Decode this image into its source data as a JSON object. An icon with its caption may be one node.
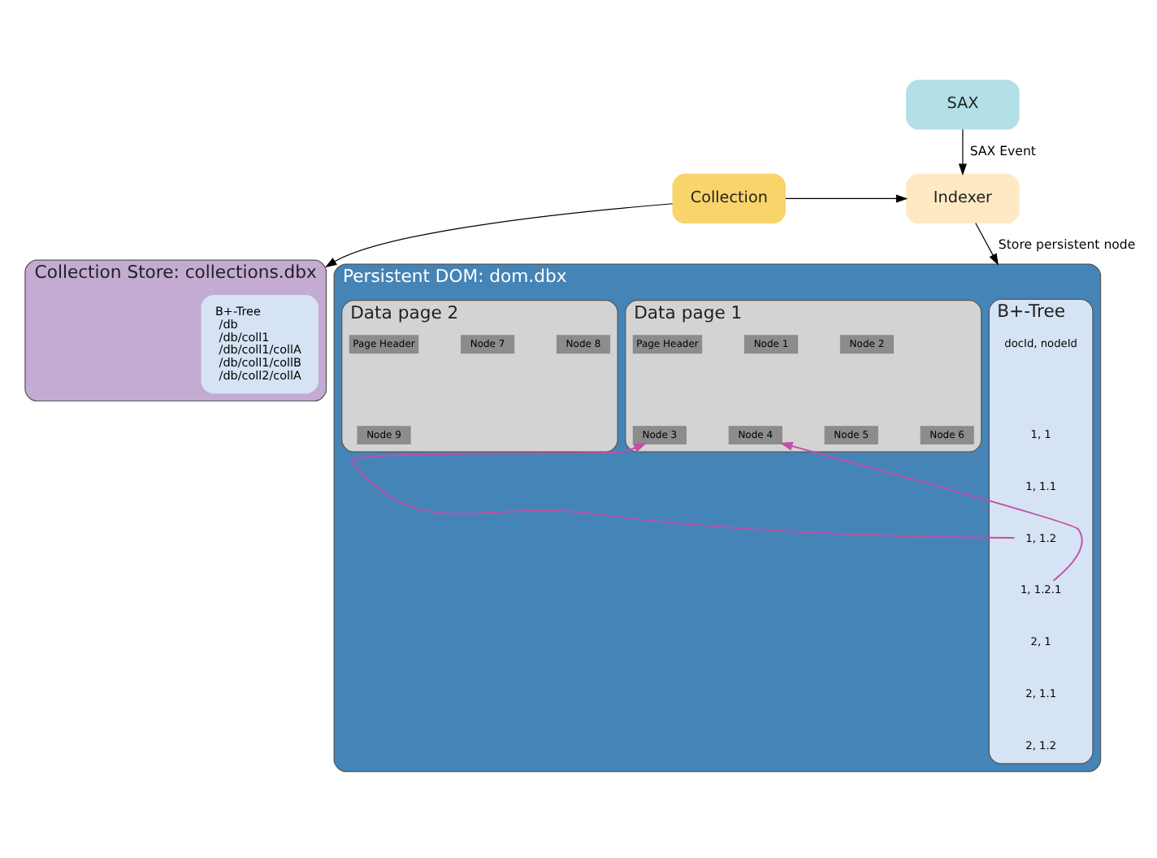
{
  "diagram": {
    "nodes": [
      {
        "text": [
          "SAX"
        ]
      },
      {
        "text": [
          "Indexer"
        ]
      },
      {
        "text": [
          "Collection"
        ]
      },
      {
        "text": [
          "Collection Store: collections.dbx"
        ]
      },
      {
        "text": [
          "B+-Tree",
          "/db",
          "/db/coll1",
          "/db/coll1/collA",
          "/db/coll1/collB",
          "/db/coll2/collA"
        ],
        "in": 3
      },
      {
        "text": [
          "Persistent DOM: dom.dbx"
        ]
      },
      {
        "text": [
          "B+-Tree"
        ],
        "in": 5
      },
      {
        "text": [
          "docId, nodeId"
        ],
        "in": 6
      },
      {
        "text": [
          "1, 1"
        ],
        "in": 6
      },
      {
        "text": [
          "1, 1.1"
        ],
        "in": 6
      },
      {
        "text": [
          "1, 1.2"
        ],
        "in": 6
      },
      {
        "text": [
          "1, 1.2.1"
        ],
        "in": 6
      },
      {
        "text": [
          "2, 1"
        ],
        "in": 6
      },
      {
        "text": [
          "2, 1.1"
        ],
        "in": 6
      },
      {
        "text": [
          "2, 1.2"
        ],
        "in": 6
      },
      {
        "text": [
          "Data page 1"
        ],
        "in": 5
      },
      {
        "text": [
          "Page Header"
        ],
        "in": 15
      },
      {
        "text": [
          "Node 1"
        ],
        "in": 15
      },
      {
        "text": [
          "Node 2"
        ],
        "in": 15
      },
      {
        "text": [
          "Node 3"
        ],
        "in": 15
      },
      {
        "text": [
          "Node 4"
        ],
        "in": 15
      },
      {
        "text": [
          "Node 5"
        ],
        "in": 15
      },
      {
        "text": [
          "Node 6"
        ],
        "in": 15
      },
      {
        "text": [
          "Data page 2"
        ],
        "in": 5
      },
      {
        "text": [
          "Page Header"
        ],
        "in": 23
      },
      {
        "text": [
          "Node 7"
        ],
        "in": 23
      },
      {
        "text": [
          "Node 8"
        ],
        "in": 23
      },
      {
        "text": [
          "Node 9"
        ],
        "in": 23
      }
    ],
    "edges": [
      {
        "from": 0,
        "to": 1,
        "arrow": "to",
        "label": "SAX Event"
      },
      {
        "from": 2,
        "to": 1,
        "arrow": "to"
      },
      {
        "from": 2,
        "to": 3,
        "arrow": "to"
      },
      {
        "from": 1,
        "to": 5,
        "arrow": "to",
        "label": "Store persistent node"
      },
      {
        "from": 10,
        "to": 19,
        "arrow": "to",
        "color": "#c050a8"
      },
      {
        "from": 11,
        "to": 20,
        "arrow": "to",
        "color": "#c050a8"
      }
    ]
  }
}
